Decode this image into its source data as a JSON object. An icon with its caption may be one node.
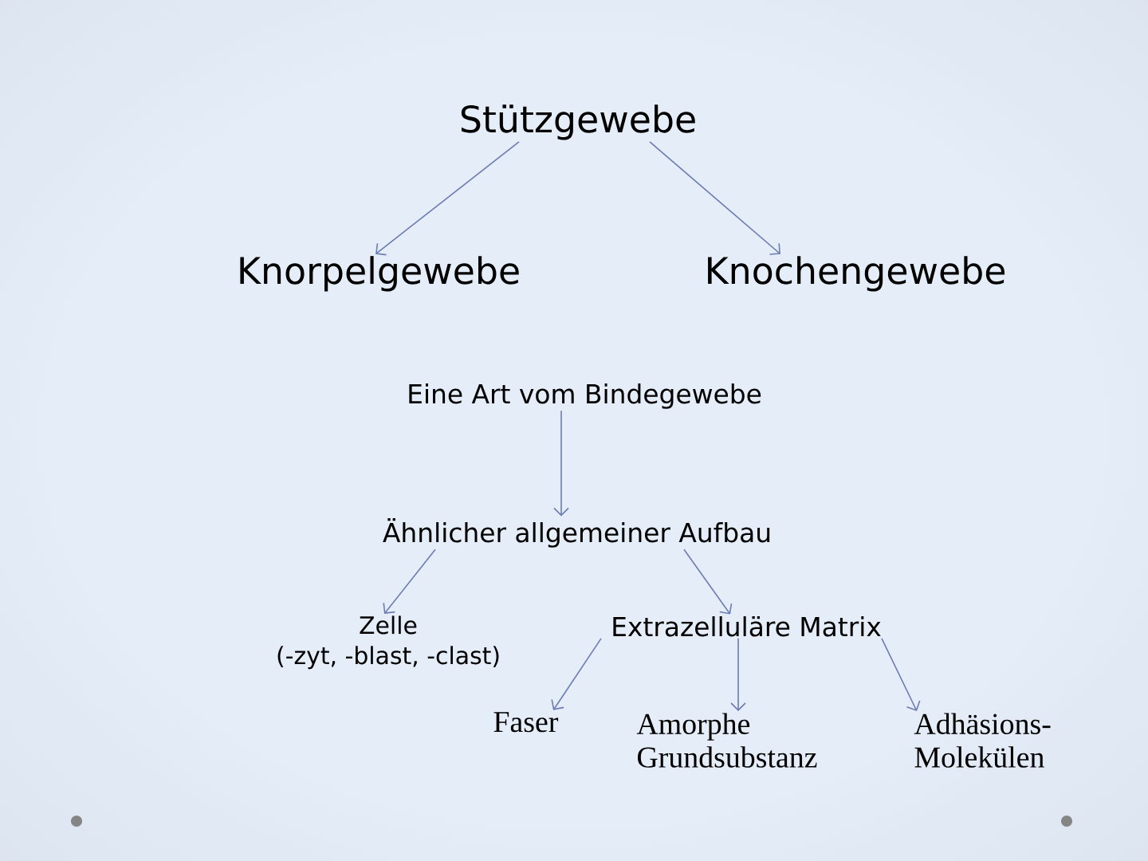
{
  "diagram": {
    "nodes": [
      {
        "text": [
          "Stützgewebe"
        ]
      },
      {
        "text": [
          "Knorpelgewebe"
        ]
      },
      {
        "text": [
          "Knochengewebe"
        ]
      },
      {
        "text": [
          "Eine Art vom Bindegewebe"
        ]
      },
      {
        "text": [
          "Ähnlicher allgemeiner Aufbau"
        ]
      },
      {
        "text": [
          "Zelle",
          "(-zyt, -blast, -clast)"
        ]
      },
      {
        "text": [
          "Extrazelluläre Matrix"
        ]
      },
      {
        "text": [
          "Faser"
        ]
      },
      {
        "text": [
          "Amorphe Grundsubstanz"
        ]
      },
      {
        "text": [
          "Adhäsions- Molekülen"
        ]
      }
    ],
    "edges": [
      {
        "from": 0,
        "to": 1,
        "arrow": "to"
      },
      {
        "from": 0,
        "to": 2,
        "arrow": "to"
      },
      {
        "from": 3,
        "to": 4,
        "arrow": "to"
      },
      {
        "from": 4,
        "to": 5,
        "arrow": "to"
      },
      {
        "from": 4,
        "to": 6,
        "arrow": "to"
      },
      {
        "from": 6,
        "to": 7,
        "arrow": "to"
      },
      {
        "from": 6,
        "to": 8,
        "arrow": "to"
      },
      {
        "from": 6,
        "to": 9,
        "arrow": "to"
      }
    ]
  }
}
